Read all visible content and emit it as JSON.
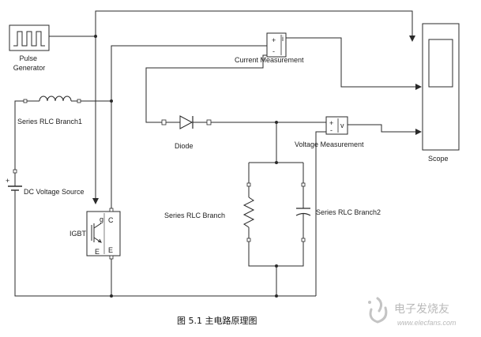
{
  "blocks": {
    "pulse_generator": "Pulse\nGenerator",
    "current_measurement": "Current Measurement",
    "scope": "Scope",
    "series_rlc_branch1": "Series RLC Branch1",
    "diode": "Diode",
    "voltage_measurement": "Voltage Measurement",
    "dc_voltage_source": "DC Voltage Source",
    "series_rlc_branch": "Series RLC Branch",
    "series_rlc_branch2": "Series RLC Branch2",
    "igbt": "IGBT"
  },
  "port_labels": {
    "current_plus": "+",
    "current_out": "i",
    "current_minus": "-",
    "voltage_plus": "+",
    "voltage_minus": "-",
    "voltage_out": "v",
    "igbt_g": "g",
    "igbt_c": "C",
    "igbt_e1": "E",
    "igbt_e2": "E",
    "dc_plus": "+"
  },
  "caption": "图 5.1 主电路原理图",
  "watermark": {
    "main": "电子发烧友",
    "url": "www.elecfans.com"
  }
}
